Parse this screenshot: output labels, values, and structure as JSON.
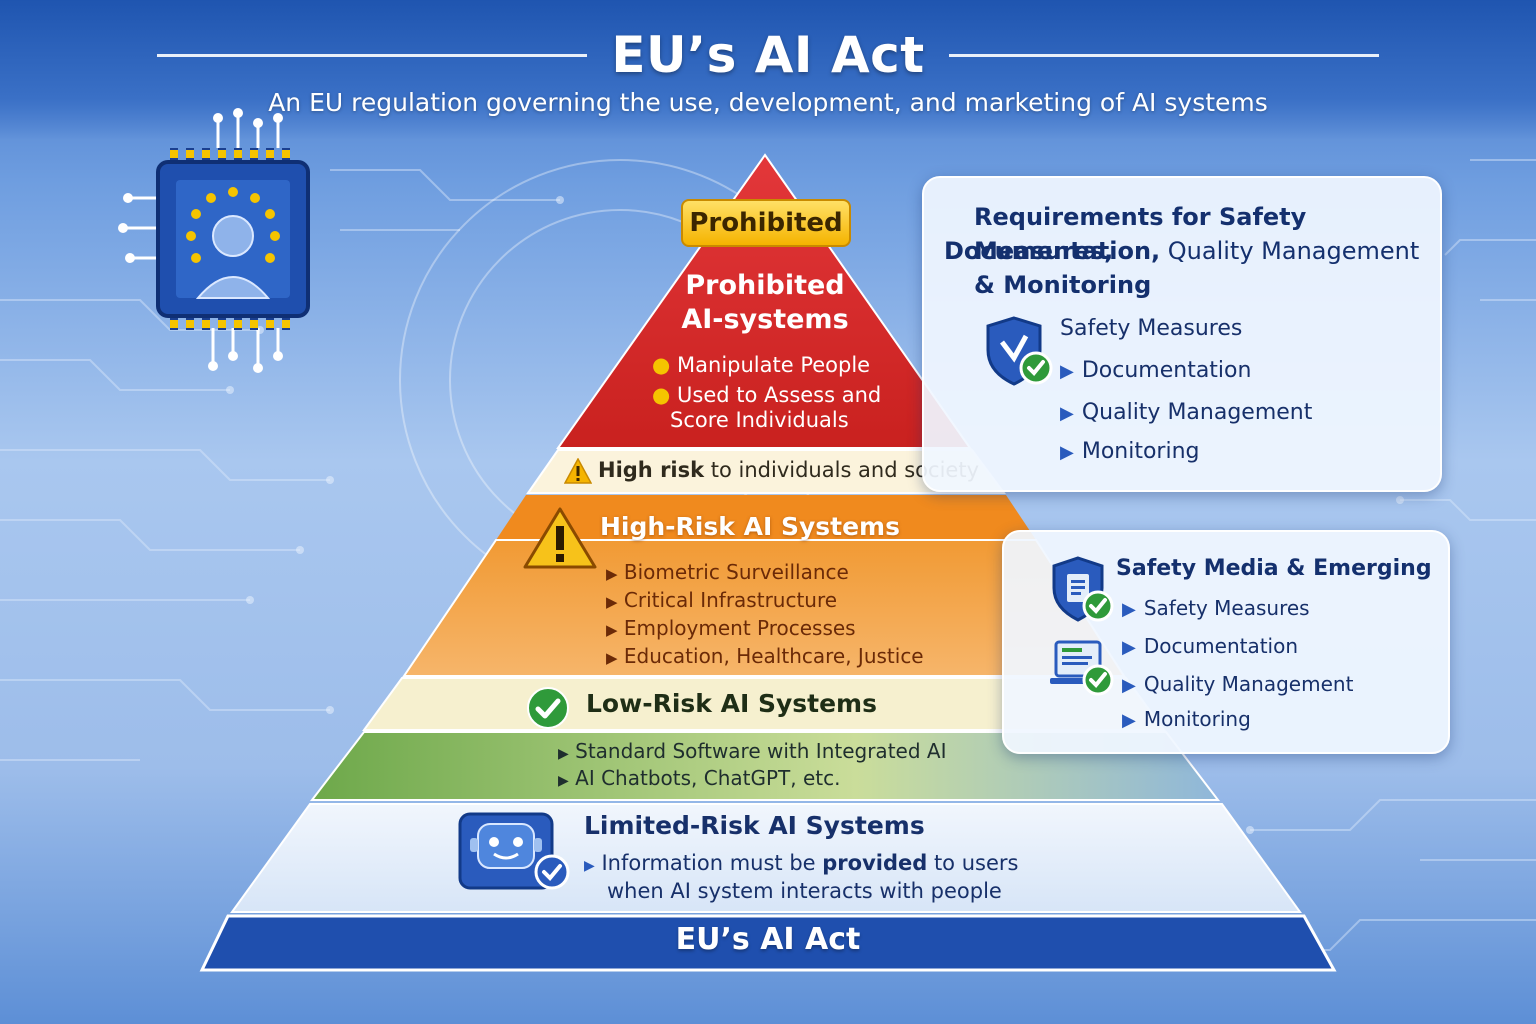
{
  "header": {
    "title": "EU’s AI Act",
    "subtitle": "An EU regulation governing the use, development, and marketing of AI systems"
  },
  "pyramid": {
    "prohibited": {
      "badge": "Prohibited",
      "title_line1": "Prohibited",
      "title_line2": "AI-systems",
      "items": [
        "Manipulate People",
        "Used to Assess and",
        "Score Individuals"
      ]
    },
    "high_risk_note": {
      "bold": "High risk",
      "rest": " to individuals and society"
    },
    "high_risk": {
      "title": "High-Risk AI Systems",
      "items": [
        "Biometric Surveillance",
        "Critical Infrastructure",
        "Employment Processes",
        "Education, Healthcare, Justice"
      ]
    },
    "low_risk": {
      "title": "Low-Risk AI Systems",
      "items": [
        "Standard Software with Integrated AI",
        "AI Chatbots, ChatGPT, etc."
      ]
    },
    "limited_risk": {
      "title": "Limited-Risk AI Systems",
      "item_line1_regular": "Information must be ",
      "item_line1_bold": "provided",
      "item_line1_end": " to users",
      "item_line2": "when AI system interacts with people"
    },
    "base_label": "EU’s AI Act"
  },
  "panel_top": {
    "title_line1": "Requirements for Safety Measures,",
    "title_line2_bold": "Documentation,",
    "title_line2_rest": " Quality Management",
    "title_line3": "& Monitoring",
    "items": [
      "Safety Measures",
      "Documentation",
      "Quality Management",
      "Monitoring"
    ]
  },
  "panel_bottom": {
    "title": "Safety Media & Emerging",
    "items": [
      "Safety Measures",
      "Documentation",
      "Quality Management",
      "Monitoring"
    ]
  },
  "icons": {
    "chip": "eu-chip-icon",
    "shield": "shield-check-icon",
    "warning": "warning-icon",
    "check": "check-circle-icon",
    "robot": "robot-icon",
    "laptop": "laptop-check-icon"
  },
  "colors": {
    "prohibited": "#d9282a",
    "high_risk": "#f08a1e",
    "low_risk": "#9cc259",
    "limited_risk": "#e3edf9",
    "base": "#1f4fae",
    "accent_gold": "#f5b400"
  }
}
